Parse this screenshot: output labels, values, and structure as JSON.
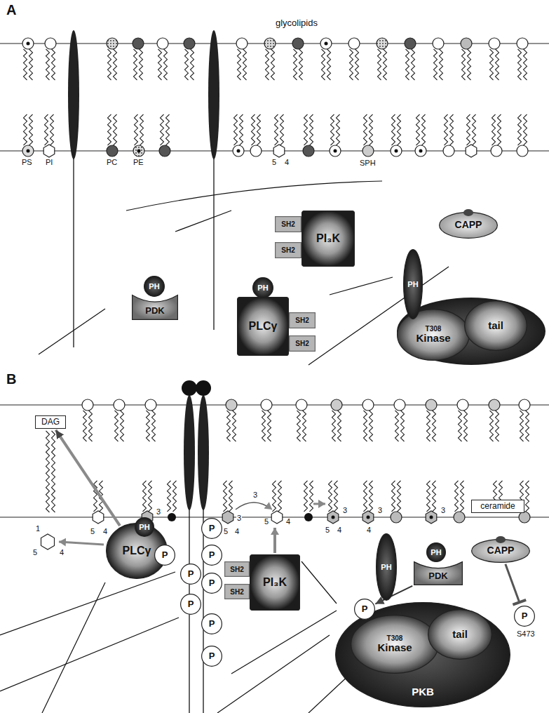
{
  "diagram": {
    "nodes": [
      {
        "text": [
          "SH2"
        ]
      },
      {
        "text": [
          "SH2"
        ]
      },
      {
        "text": [
          "PI₃K"
        ]
      },
      {
        "text": [
          "CAPP"
        ]
      },
      {
        "text": [
          "PH"
        ]
      },
      {
        "text": [
          "PH"
        ]
      },
      {
        "text": [
          "PDK"
        ]
      },
      {
        "text": [
          "PH"
        ]
      },
      {
        "text": [
          "PLCγ"
        ]
      },
      {
        "text": [
          "SH2"
        ]
      },
      {
        "text": [
          "SH2"
        ]
      },
      {
        "text": [
          "T308",
          "Kinase"
        ]
      },
      {
        "text": [
          "tail"
        ]
      },
      {
        "text": [
          "DAG"
        ]
      },
      {
        "text": [
          "ceramide"
        ]
      },
      {
        "text": [
          "PH"
        ]
      },
      {
        "text": [
          "PLCγ"
        ]
      },
      {
        "text": [
          "P"
        ]
      },
      {
        "text": [
          "P"
        ]
      },
      {
        "text": [
          "P"
        ]
      },
      {
        "text": [
          "P"
        ]
      },
      {
        "text": [
          "P"
        ]
      },
      {
        "text": [
          "SH2"
        ]
      },
      {
        "text": [
          "SH2"
        ]
      },
      {
        "text": [
          "PI₃K"
        ]
      },
      {
        "text": [
          "P"
        ]
      },
      {
        "text": [
          "P"
        ]
      },
      {
        "text": [
          "P"
        ]
      },
      {
        "text": [
          "CAPP"
        ]
      },
      {
        "text": [
          "PH"
        ]
      },
      {
        "text": [
          "PDK"
        ]
      },
      {
        "text": [
          "PH"
        ]
      },
      {
        "text": [
          "P"
        ]
      },
      {
        "text": [
          "PKB"
        ]
      },
      {
        "text": [
          "T308",
          "Kinase"
        ],
        "in": 33
      },
      {
        "text": [
          "tail"
        ],
        "in": 33
      },
      {
        "text": [
          "P"
        ]
      }
    ],
    "edges": [
      {
        "from": 16,
        "to": 13,
        "arrow": "to"
      },
      {
        "from": 30,
        "to": 32,
        "arrow": "to"
      },
      {
        "from": 28,
        "to": 36,
        "arrow": "none"
      }
    ],
    "labels": [
      "A",
      "glycolipids",
      "PS",
      "PI",
      "PC",
      "PE",
      "5",
      "4",
      "SPH",
      "B",
      "1",
      "5",
      "4",
      "5",
      "4",
      "3",
      "5",
      "4",
      "3",
      "3",
      "5",
      "4",
      "3",
      "5",
      "4",
      "3",
      "4",
      "3",
      "S473"
    ]
  }
}
